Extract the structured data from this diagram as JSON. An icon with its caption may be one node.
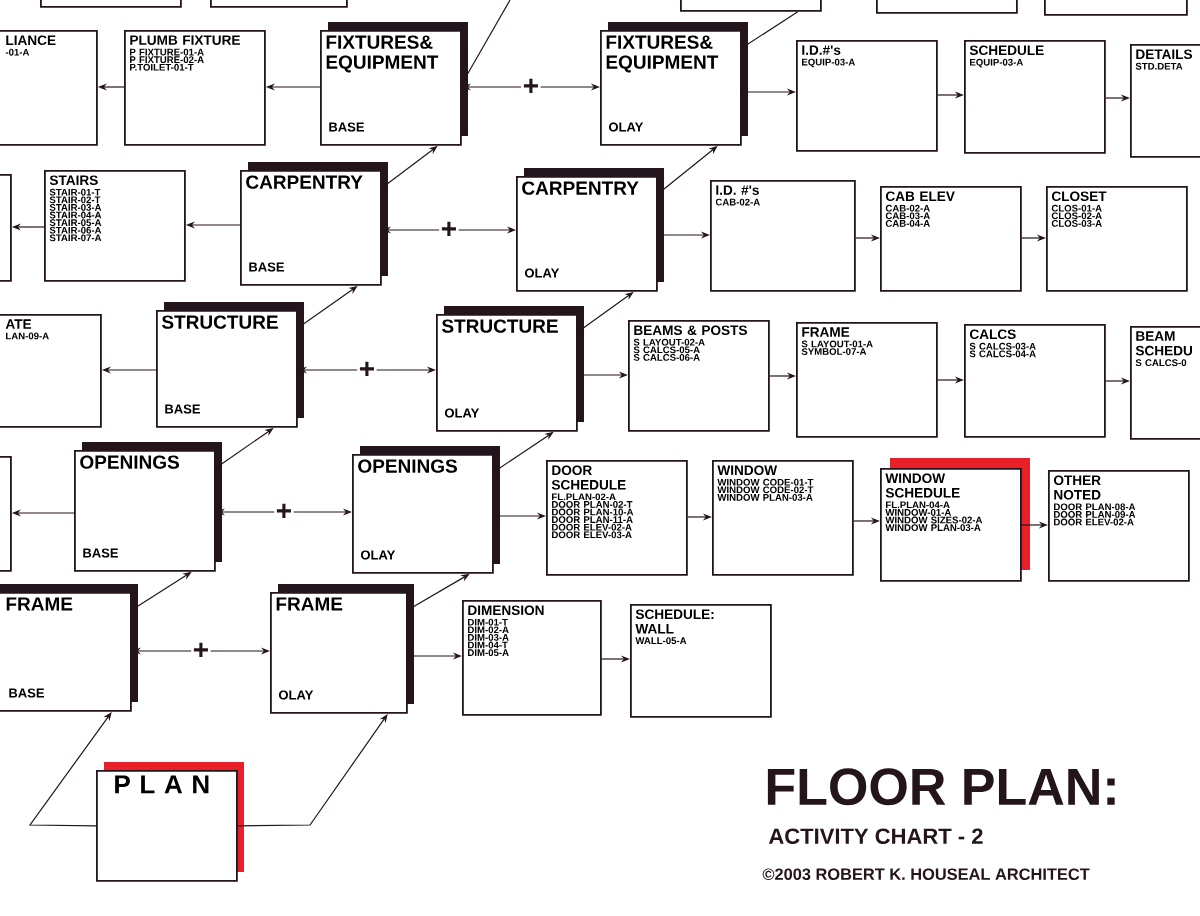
{
  "diagram": {
    "title": "FLOOR PLAN:",
    "nodes": [
      {
        "text": [
          "LIANCE",
          "-01-A"
        ]
      },
      {
        "text": [
          "PLUMB FIXTURE",
          "P FIXTURE-01-A",
          "P FIXTURE-02-A",
          "P.TOILET-01-T"
        ]
      },
      {
        "text": [
          "FIXTURES& EQUIPMENT",
          "BASE"
        ]
      },
      {
        "text": [
          "FIXTURES& EQUIPMENT",
          "OLAY"
        ]
      },
      {
        "text": [
          "I.D.#'s",
          "EQUIP-03-A"
        ]
      },
      {
        "text": [
          "SCHEDULE",
          "EQUIP-03-A"
        ]
      },
      {
        "text": [
          "DETAILS",
          "STD.DETA"
        ]
      },
      {
        "text": [],
        "shape": "box"
      },
      {
        "text": [
          "STAIRS",
          "STAIR-01-T",
          "STAIR-02-T",
          "STAIR-03-A",
          "STAIR-04-A",
          "STAIR-05-A",
          "STAIR-06-A",
          "STAIR-07-A"
        ]
      },
      {
        "text": [
          "CARPENTRY",
          "BASE"
        ]
      },
      {
        "text": [
          "CARPENTRY",
          "OLAY"
        ]
      },
      {
        "text": [
          "I.D. #'s",
          "CAB-02-A"
        ]
      },
      {
        "text": [
          "CAB ELEV",
          "CAB-02-A",
          "CAB-03-A",
          "CAB-04-A"
        ]
      },
      {
        "text": [
          "CLOSET",
          "CLOS-01-A",
          "CLOS-02-A",
          "CLOS-03-A"
        ]
      },
      {
        "text": [
          "ATE",
          "LAN-09-A"
        ]
      },
      {
        "text": [
          "STRUCTURE",
          "BASE"
        ]
      },
      {
        "text": [
          "STRUCTURE",
          "OLAY"
        ]
      },
      {
        "text": [
          "BEAMS & POSTS",
          "S LAYOUT-02-A",
          "S CALCS-05-A",
          "S CALCS-06-A"
        ]
      },
      {
        "text": [
          "FRAME",
          "S LAYOUT-01-A",
          "SYMBOL-07-A"
        ]
      },
      {
        "text": [
          "CALCS",
          "S CALCS-03-A",
          "S CALCS-04-A"
        ]
      },
      {
        "text": [
          "BEAM SCHEDU",
          "S CALCS-0"
        ]
      },
      {
        "text": [],
        "shape": "box"
      },
      {
        "text": [
          "OPENINGS",
          "BASE"
        ]
      },
      {
        "text": [
          "OPENINGS",
          "OLAY"
        ]
      },
      {
        "text": [
          "DOOR SCHEDULE",
          "FL.PLAN-02-A",
          "DOOR PLAN-02-T",
          "DOOR PLAN-10-A",
          "DOOR PLAN-11-A",
          "DOOR ELEV-02-A",
          "DOOR ELEV-03-A"
        ]
      },
      {
        "text": [
          "WINDOW",
          "WINDOW CODE-01-T",
          "WINDOW CODE-02-T",
          "WINDOW PLAN-03-A"
        ]
      },
      {
        "text": [
          "WINDOW SCHEDULE",
          "FL.PLAN-04-A",
          "WINDOW-01-A",
          "WINDOW SIZES-02-A",
          "WINDOW PLAN-03-A"
        ]
      },
      {
        "text": [
          "OTHER NOTED",
          "DOOR PLAN-08-A",
          "DOOR PLAN-09-A",
          "DOOR ELEV-02-A"
        ]
      },
      {
        "text": [
          "FRAME",
          "BASE"
        ]
      },
      {
        "text": [
          "FRAME",
          "OLAY"
        ]
      },
      {
        "text": [
          "DIMENSION",
          "DIM-01-T",
          "DIM-02-A",
          "DIM-03-A",
          "DIM-04-T",
          "DIM-05-A"
        ]
      },
      {
        "text": [
          "SCHEDULE: WALL",
          "WALL-05-A"
        ]
      },
      {
        "text": [
          "P L A N"
        ]
      },
      {
        "text": [],
        "shape": "box"
      },
      {
        "text": [],
        "shape": "box"
      },
      {
        "text": [],
        "shape": "box"
      },
      {
        "text": [],
        "shape": "box"
      },
      {
        "text": [],
        "shape": "box"
      }
    ],
    "edges": [
      {
        "from": 2,
        "to": 1,
        "arrow": "to"
      },
      {
        "from": 1,
        "to": 0,
        "arrow": "to"
      },
      {
        "from": 2,
        "to": 3,
        "arrow": "both",
        "label": "+"
      },
      {
        "from": 3,
        "to": 4,
        "arrow": "to"
      },
      {
        "from": 4,
        "to": 5,
        "arrow": "to"
      },
      {
        "from": 5,
        "to": 6,
        "arrow": "to"
      },
      {
        "from": 9,
        "to": 8,
        "arrow": "to"
      },
      {
        "from": 8,
        "to": 7,
        "arrow": "to"
      },
      {
        "from": 9,
        "to": 10,
        "arrow": "both",
        "label": "+"
      },
      {
        "from": 10,
        "to": 11,
        "arrow": "to"
      },
      {
        "from": 11,
        "to": 12,
        "arrow": "to"
      },
      {
        "from": 12,
        "to": 13,
        "arrow": "to"
      },
      {
        "from": 9,
        "to": 2,
        "arrow": "to"
      },
      {
        "from": 10,
        "to": 3,
        "arrow": "to"
      },
      {
        "from": 15,
        "to": 14,
        "arrow": "to"
      },
      {
        "from": 15,
        "to": 16,
        "arrow": "both",
        "label": "+"
      },
      {
        "from": 16,
        "to": 17,
        "arrow": "to"
      },
      {
        "from": 17,
        "to": 18,
        "arrow": "to"
      },
      {
        "from": 18,
        "to": 19,
        "arrow": "to"
      },
      {
        "from": 19,
        "to": 20,
        "arrow": "to"
      },
      {
        "from": 15,
        "to": 9,
        "arrow": "to"
      },
      {
        "from": 16,
        "to": 10,
        "arrow": "to"
      },
      {
        "from": 22,
        "to": 21,
        "arrow": "to"
      },
      {
        "from": 22,
        "to": 23,
        "arrow": "both",
        "label": "+"
      },
      {
        "from": 23,
        "to": 24,
        "arrow": "to"
      },
      {
        "from": 24,
        "to": 25,
        "arrow": "to"
      },
      {
        "from": 25,
        "to": 26,
        "arrow": "to"
      },
      {
        "from": 26,
        "to": 27,
        "arrow": "to"
      },
      {
        "from": 22,
        "to": 15,
        "arrow": "to"
      },
      {
        "from": 23,
        "to": 16,
        "arrow": "to"
      },
      {
        "from": 28,
        "to": 29,
        "arrow": "both",
        "label": "+"
      },
      {
        "from": 29,
        "to": 30,
        "arrow": "to"
      },
      {
        "from": 30,
        "to": 31,
        "arrow": "to"
      },
      {
        "from": 28,
        "to": 22,
        "arrow": "to"
      },
      {
        "from": 29,
        "to": 23,
        "arrow": "to"
      },
      {
        "from": 32,
        "to": 28,
        "arrow": "to"
      },
      {
        "from": 32,
        "to": 29,
        "arrow": "to"
      },
      {
        "from": 2,
        "to": null,
        "arrow": "none"
      },
      {
        "from": 3,
        "to": 35,
        "arrow": "none"
      }
    ],
    "labels": [
      "ACTIVITY CHART - 2",
      "©2003 ROBERT K. HOUSEAL ARCHITECT"
    ]
  }
}
